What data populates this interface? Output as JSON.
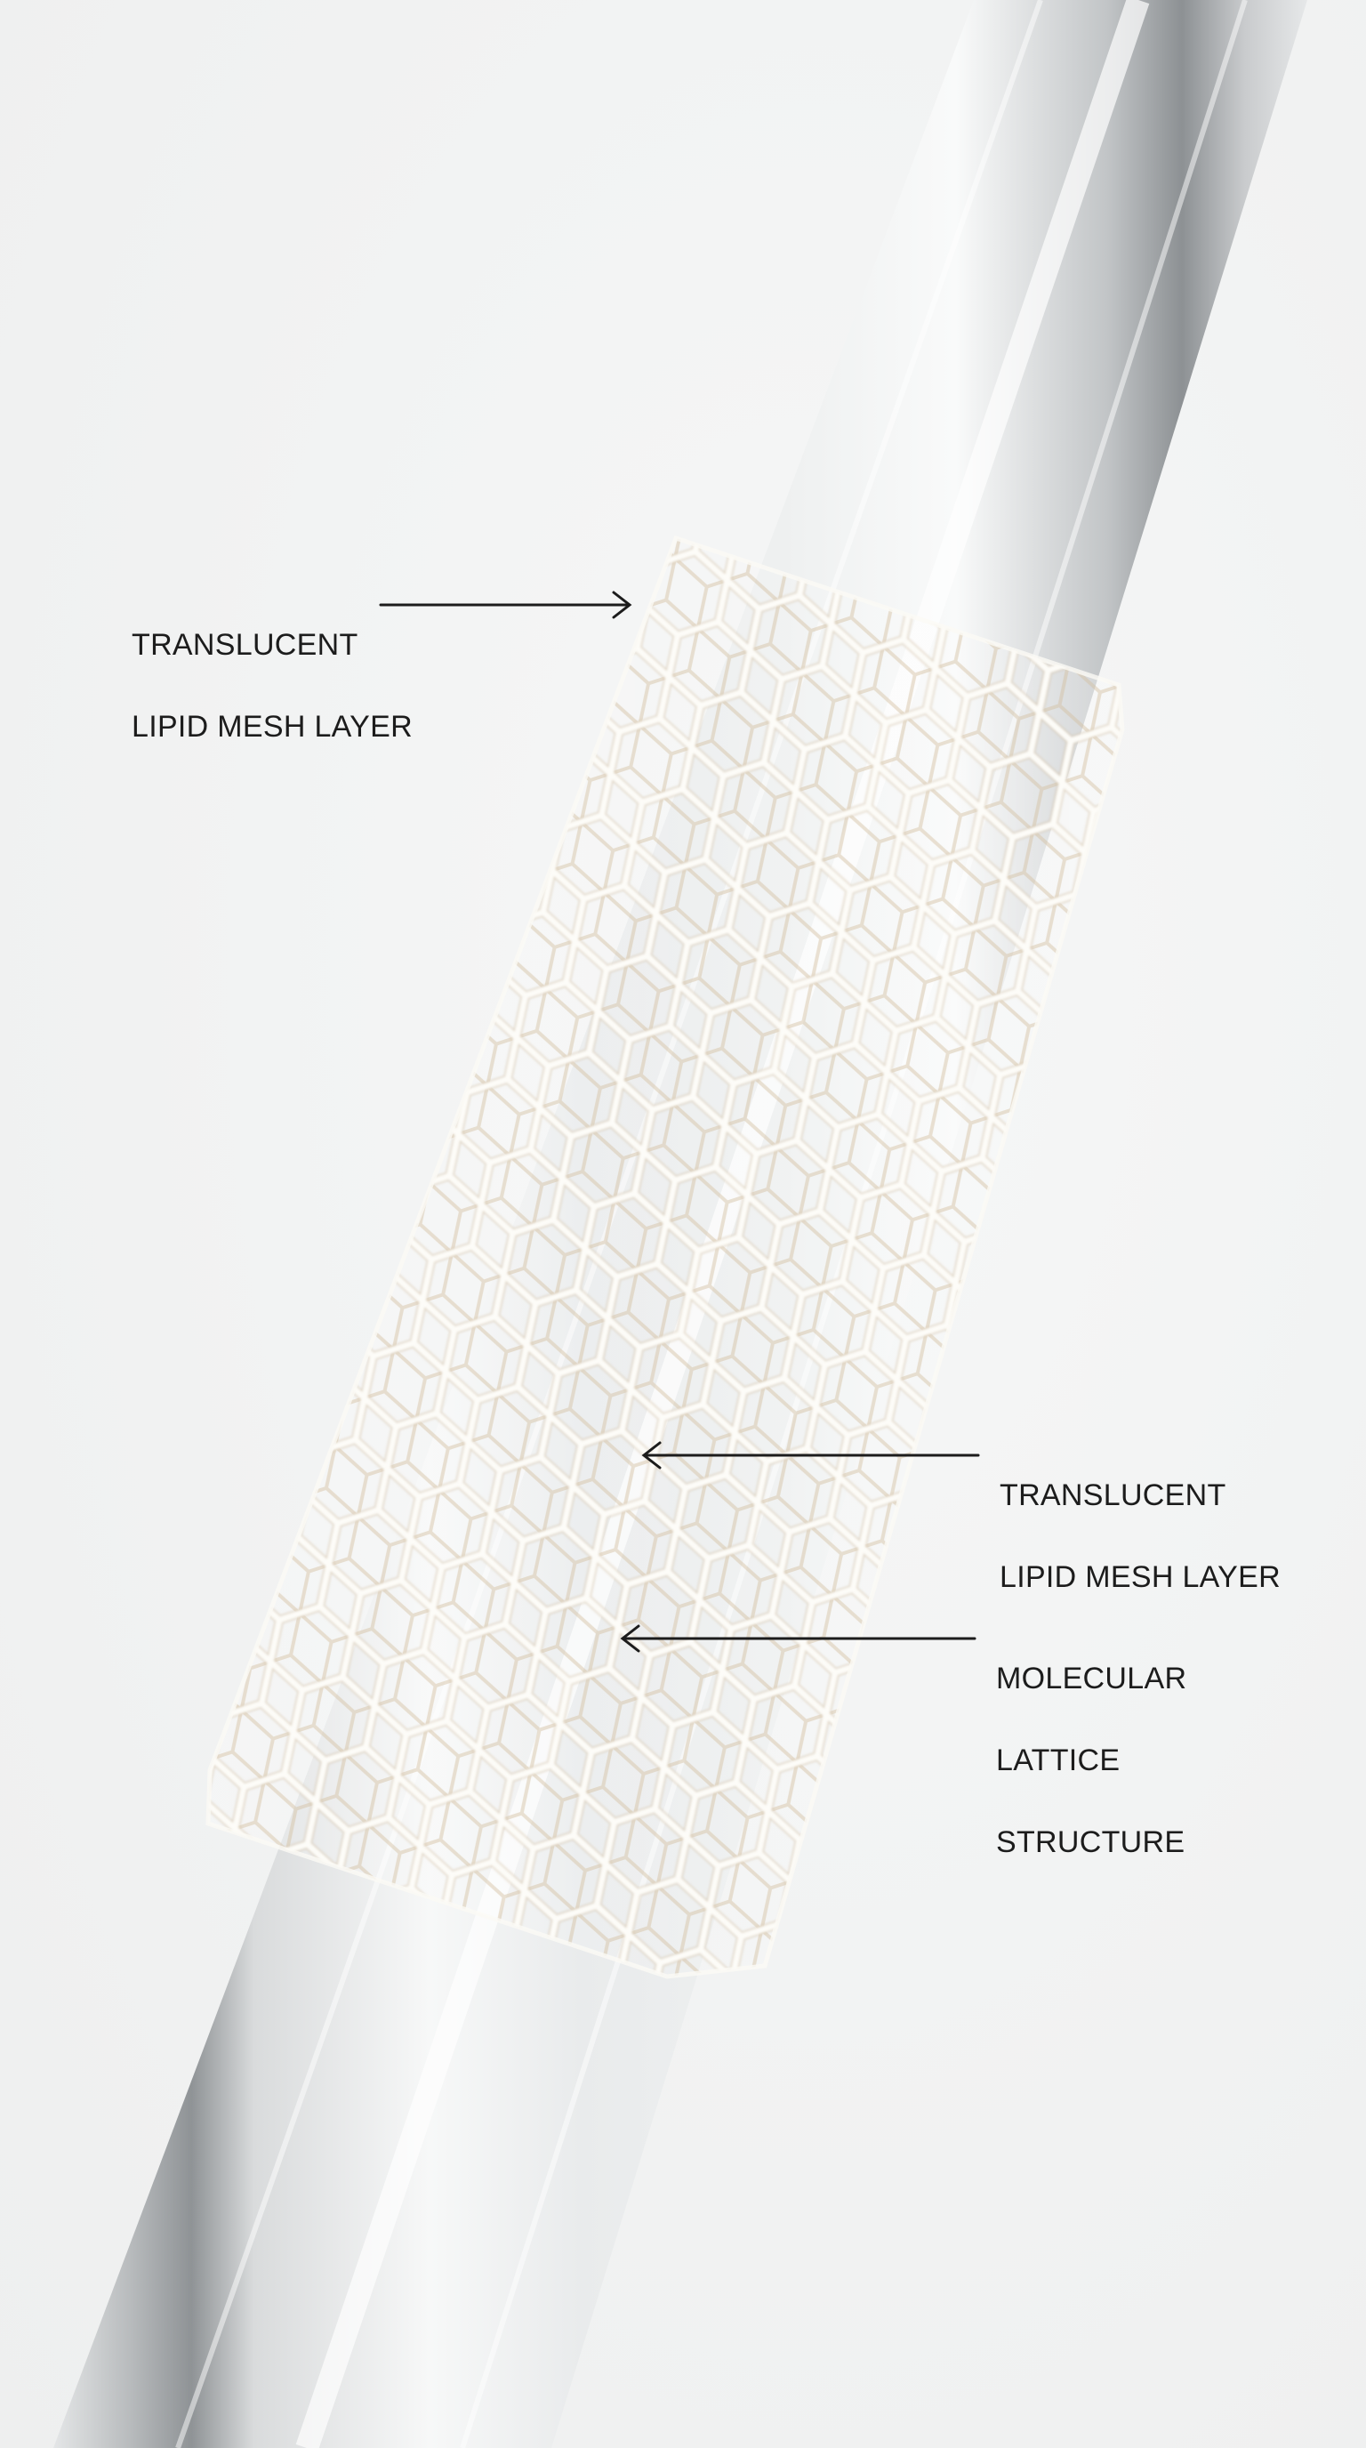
{
  "diagram": {
    "subject": "glass tube wrapped in hexagonal lattice sleeve",
    "background_color": "#f2f3f3",
    "tube_color": "#c8cacb",
    "mesh_color": "#fbfaf6",
    "mesh_accent_color": "#c9b28e",
    "text_color": "#1c1c1c"
  },
  "callouts": [
    {
      "id": "top-left",
      "lines": [
        "TRANSLUCENT",
        "LIPID MESH LAYER"
      ],
      "arrow_direction": "right"
    },
    {
      "id": "mid-right",
      "lines": [
        "TRANSLUCENT",
        "LIPID MESH LAYER"
      ],
      "arrow_direction": "left"
    },
    {
      "id": "bottom-right",
      "lines": [
        "MOLECULAR",
        "LATTICE",
        "STRUCTURE"
      ],
      "arrow_direction": "left"
    }
  ],
  "icons": {
    "arrow_head": "arrow-icon"
  }
}
